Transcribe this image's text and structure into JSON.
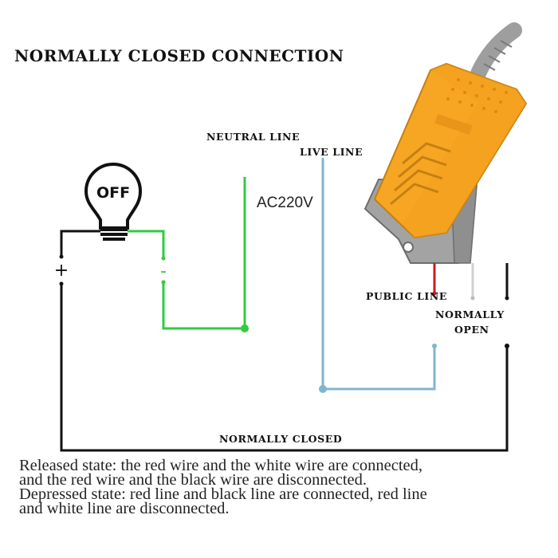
{
  "title": "NORMALLY CLOSED CONNECTION",
  "labels": {
    "neutral_line": "NEUTRAL LINE",
    "live_line": "LIVE LINE",
    "voltage": "AC220V",
    "public_line": "PUBLIC LINE",
    "normally_open_1": "NORMALLY",
    "normally_open_2": "OPEN",
    "normally_closed": "NORMALLY CLOSED",
    "lamp_state": "OFF",
    "plus": "+",
    "minus": "-"
  },
  "description": [
    "Released state: the red wire and the white wire are connected,",
    "and the red wire and the black wire are disconnected.",
    "Depressed state: red line and black line are connected, red line",
    "and white line are disconnected."
  ],
  "colors": {
    "green_wire": "#2ecc40",
    "blue_wire": "#7fb6cc",
    "black_wire": "#111111",
    "red_wire": "#d11a1a",
    "pedal_orange": "#f6a623",
    "pedal_base": "#9a9a9a"
  },
  "icons": [
    "light-bulb-icon",
    "foot-pedal-switch-icon"
  ]
}
